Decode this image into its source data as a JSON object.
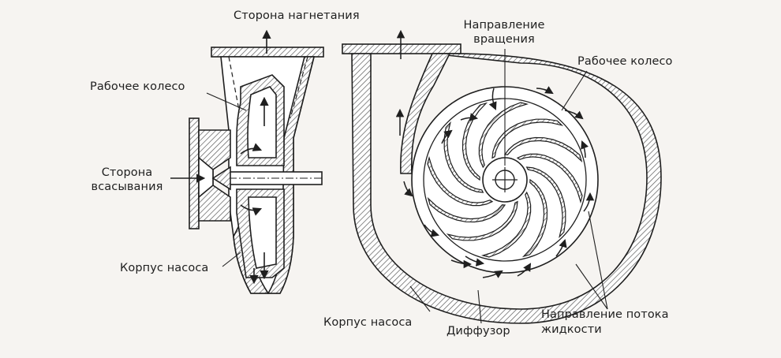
{
  "labels": {
    "discharge_side": "Сторона нагнетания",
    "impeller_left": "Рабочее колесо",
    "suction_side_1": "Сторона",
    "suction_side_2": "всасывания",
    "pump_casing_left": "Корпус насоса",
    "rotation_dir_1": "Направление",
    "rotation_dir_2": "вращения",
    "impeller_right": "Рабочее колесо",
    "pump_casing_right": "Корпус насоса",
    "diffuser": "Диффузор",
    "flow_dir_1": "Направление потока",
    "flow_dir_2": "жидкости"
  },
  "colors": {
    "ink": "#1f1f1f",
    "background": "#f6f4f1",
    "hatch": "#5a5a5a",
    "fill_light": "#ffffff"
  },
  "impeller": {
    "blade_count": 12
  }
}
